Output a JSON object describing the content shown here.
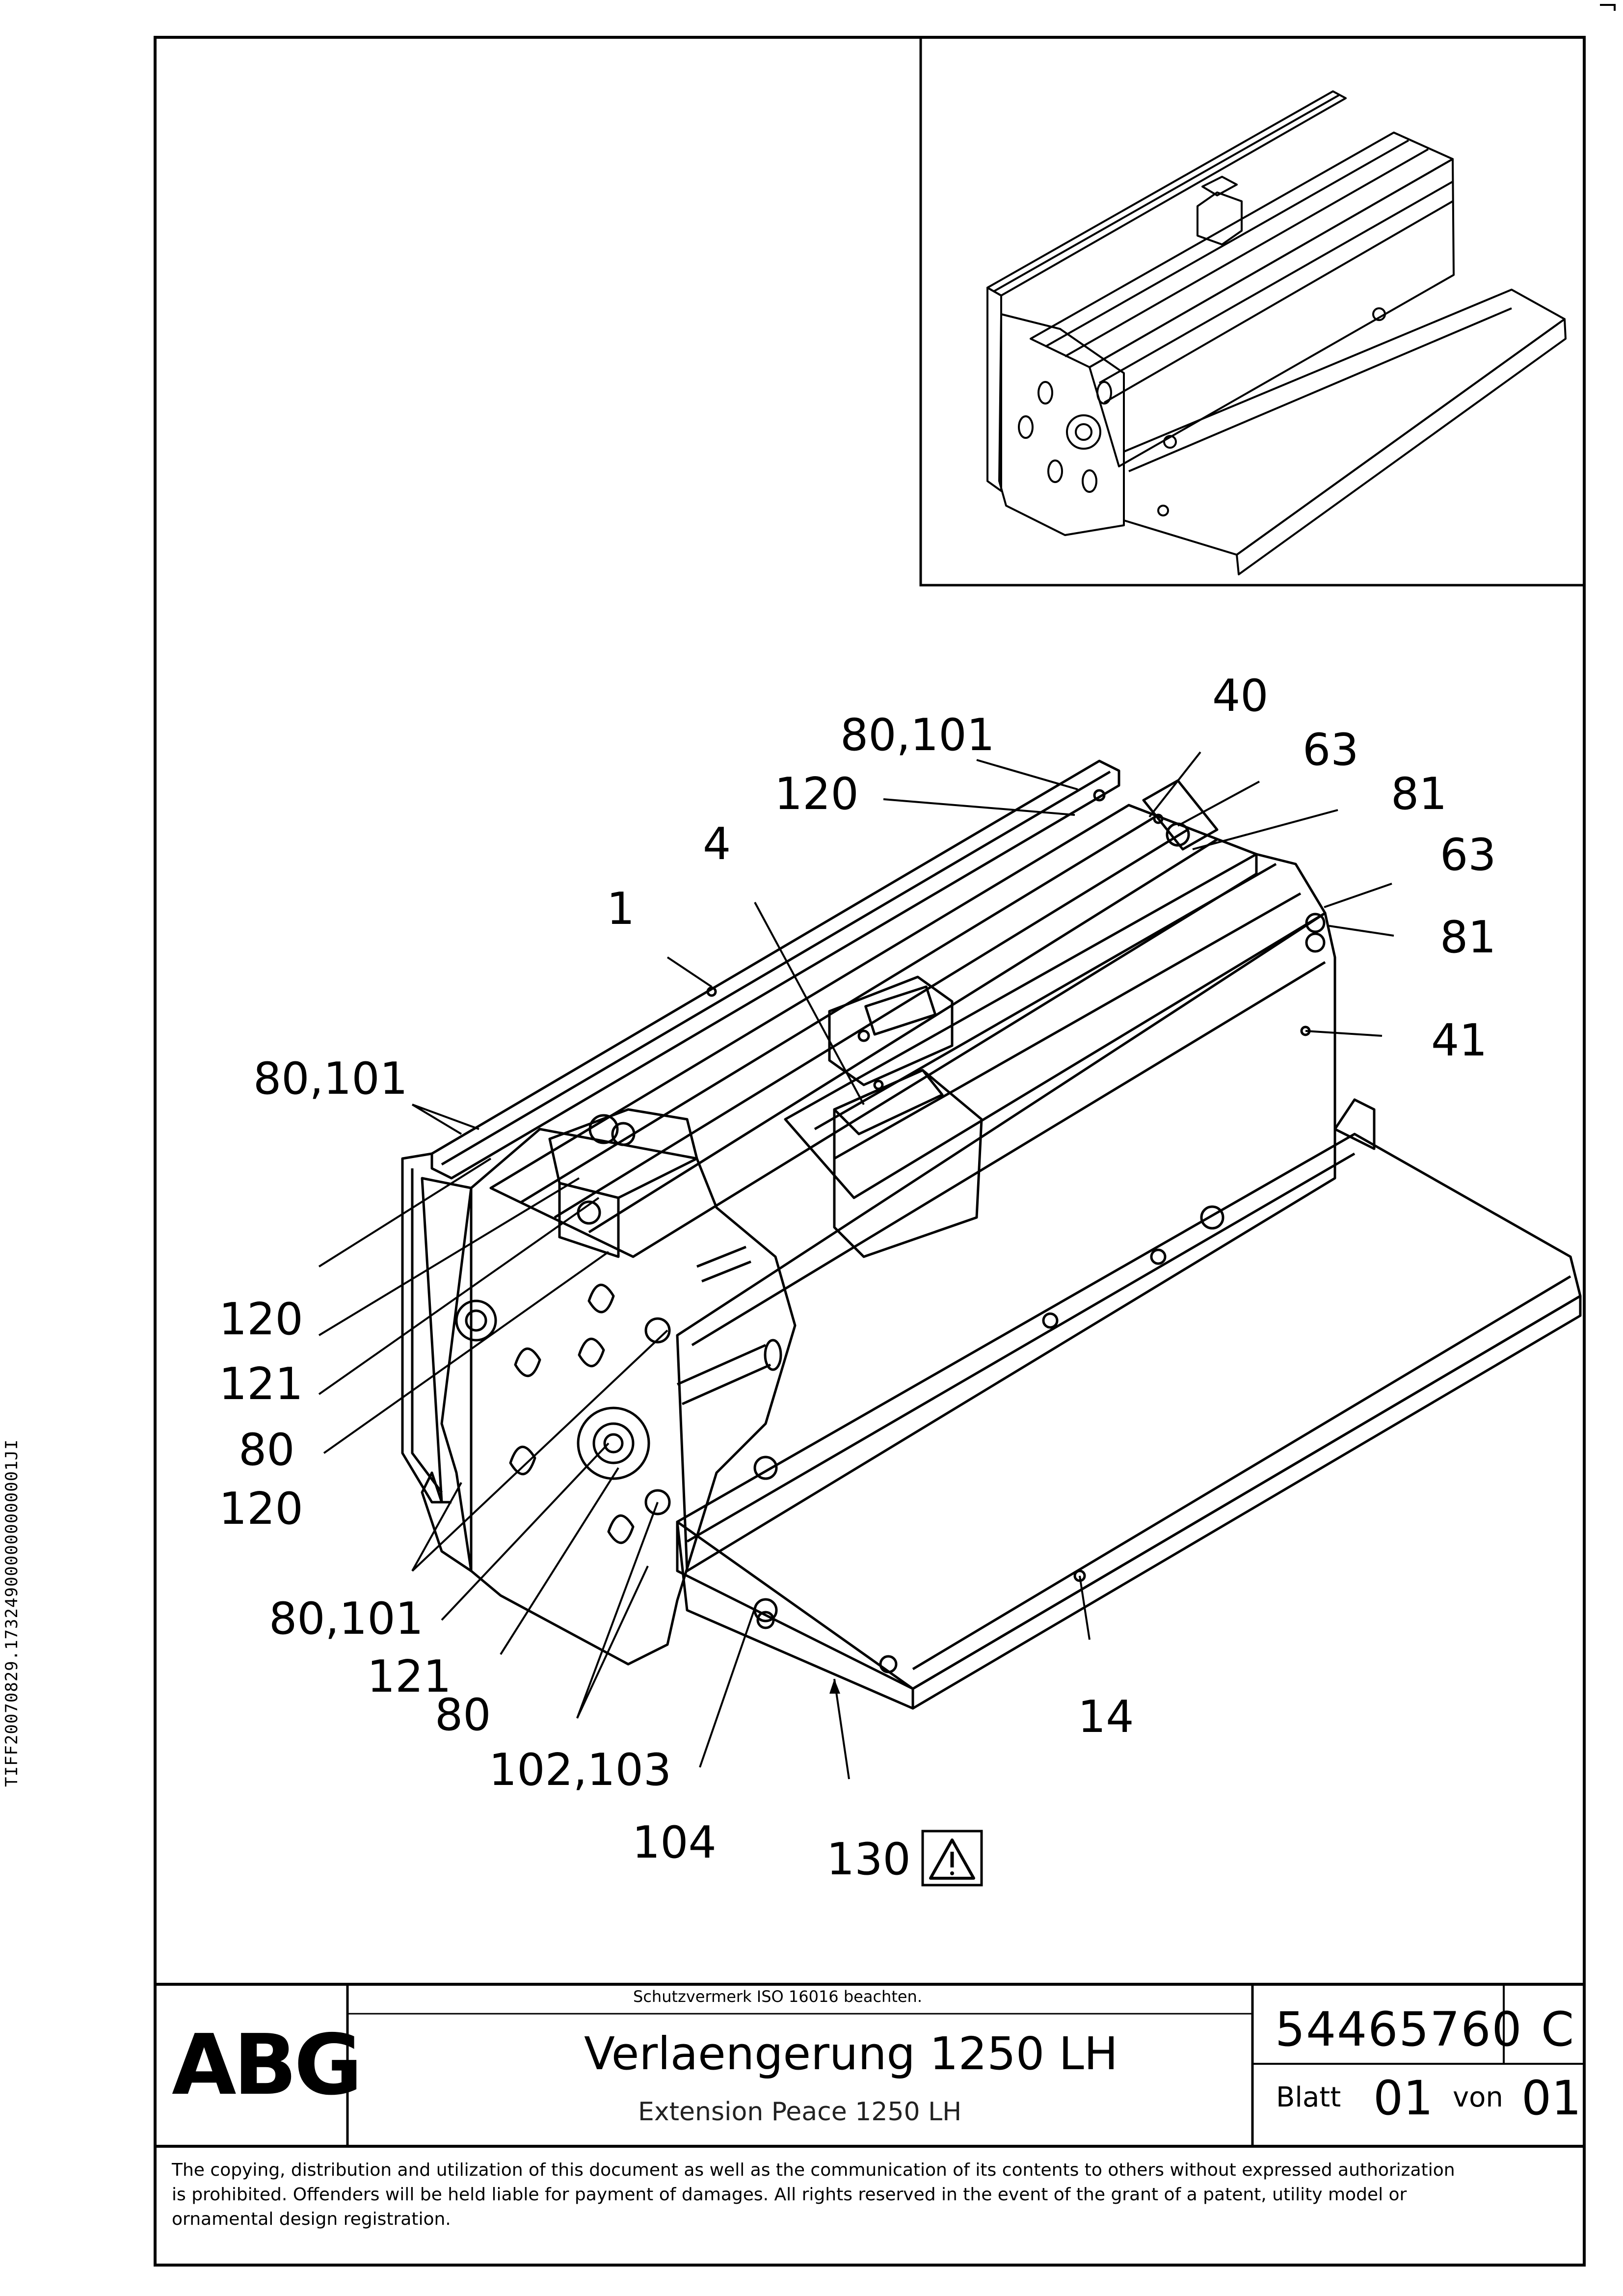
{
  "side_code": "TIFF20070829.173249000000000001JI",
  "title_block": {
    "logo": "ABG",
    "notice": "Schutzvermerk ISO 16016 beachten.",
    "title": "Verlaengerung 1250 LH",
    "subtitle": "Extension Peace 1250 LH",
    "doc_number": "54465760",
    "revision": "C",
    "sheet_label": "Blatt",
    "sheet_number": "01",
    "of_label": "von",
    "sheet_total": "01"
  },
  "copyright_lines": [
    "The copying, distribution and utilization of this document as well as the communication of its contents to others without expressed authorization",
    "is prohibited. Offenders will be held liable for payment of damages. All rights reserved in the event of the grant of a patent, utility model or",
    "ornamental design registration."
  ],
  "callouts": {
    "c_80_101_top": "80,101",
    "c_120_top": "120",
    "c_40": "40",
    "c_63_a": "63",
    "c_81_a": "81",
    "c_63_b": "63",
    "c_81_b": "81",
    "c_4": "4",
    "c_1": "1",
    "c_41": "41",
    "c_80_101_left": "80,101",
    "c_120_a": "120",
    "c_121_a": "121",
    "c_80_a": "80",
    "c_120_b": "120",
    "c_80_101_low": "80,101",
    "c_121_b": "121",
    "c_80_b": "80",
    "c_102_103": "102,103",
    "c_104": "104",
    "c_130": "130",
    "c_14": "14"
  }
}
